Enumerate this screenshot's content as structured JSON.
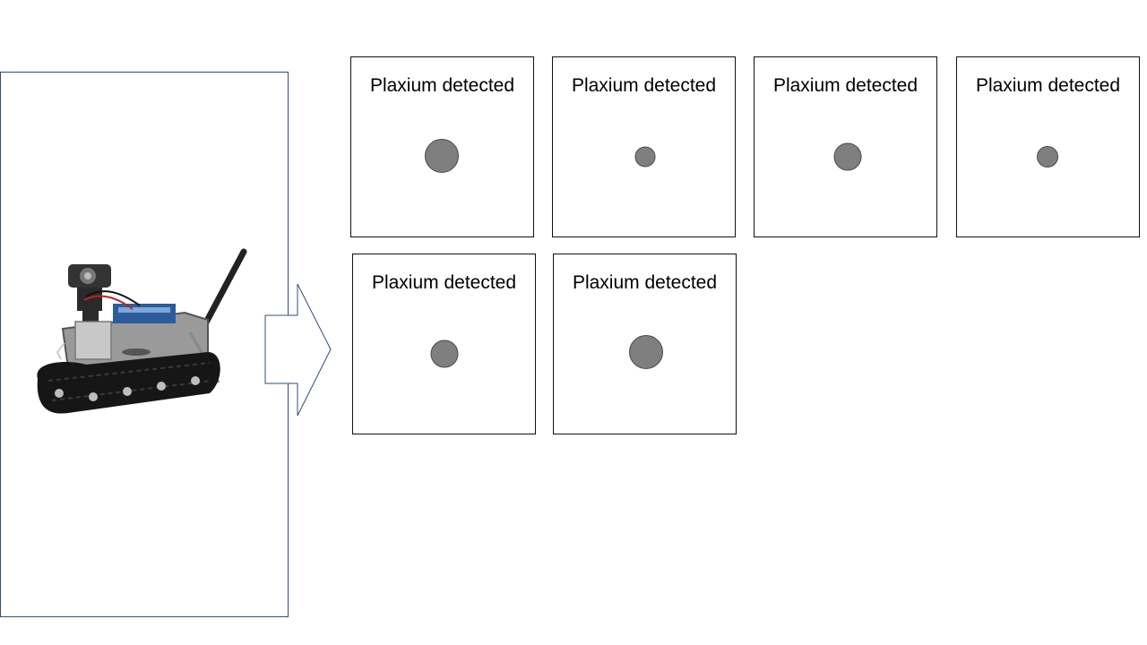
{
  "detection_label": "Plaxium detected",
  "detections": [
    {
      "label": "Plaxium detected",
      "blob_diameter": 38
    },
    {
      "label": "Plaxium detected",
      "blob_diameter": 23
    },
    {
      "label": "Plaxium detected",
      "blob_diameter": 31
    },
    {
      "label": "Plaxium detected",
      "blob_diameter": 24
    },
    {
      "label": "Plaxium detected",
      "blob_diameter": 31
    },
    {
      "label": "Plaxium detected",
      "blob_diameter": 38
    }
  ],
  "colors": {
    "blob_fill": "#7f7f7f",
    "blob_stroke": "#4a4a4a",
    "panel_border": "#2f4f77",
    "tile_border": "#111111"
  },
  "icons": {
    "robot": "tracked-robot-with-camera-and-antenna",
    "arrow": "right-block-arrow"
  }
}
